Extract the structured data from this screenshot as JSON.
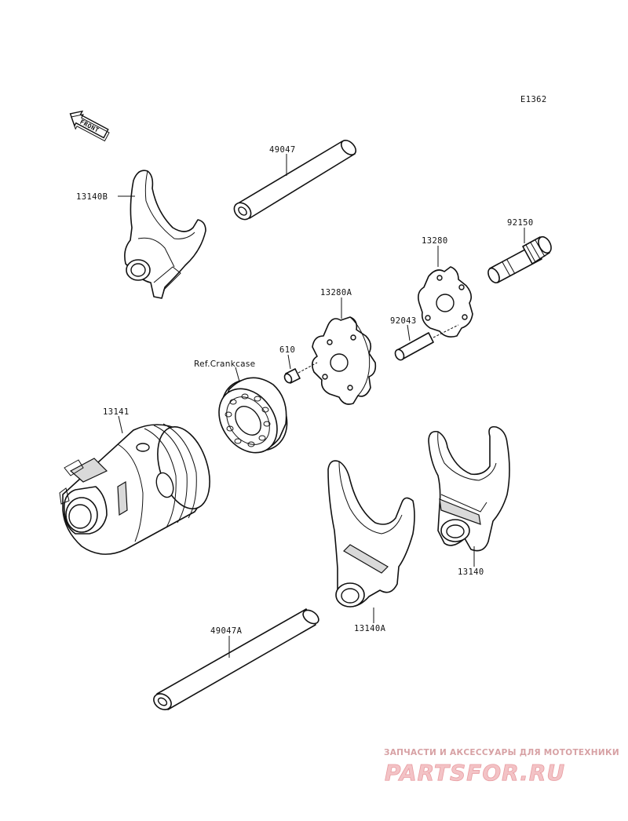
{
  "diagram_code": "E1362",
  "front_arrow_label": "FRONT",
  "labels": {
    "fork_13140B": "13140B",
    "shaft_49047": "49047",
    "bolt_92150": "92150",
    "plate_13280": "13280",
    "star_13280A": "13280A",
    "pin_92043": "92043",
    "pin_610": "610",
    "ref_crankcase": "Ref.Crankcase",
    "drum_13141": "13141",
    "fork_13140": "13140",
    "fork_13140A": "13140A",
    "shaft_49047A": "49047A"
  },
  "watermark": {
    "subtitle": "ЗАПЧАСТИ И АКСЕССУАРЫ ДЛЯ МОТОТЕХНИКИ",
    "brand": "PARTSFOR.RU",
    "color": "#e8a3a8"
  }
}
